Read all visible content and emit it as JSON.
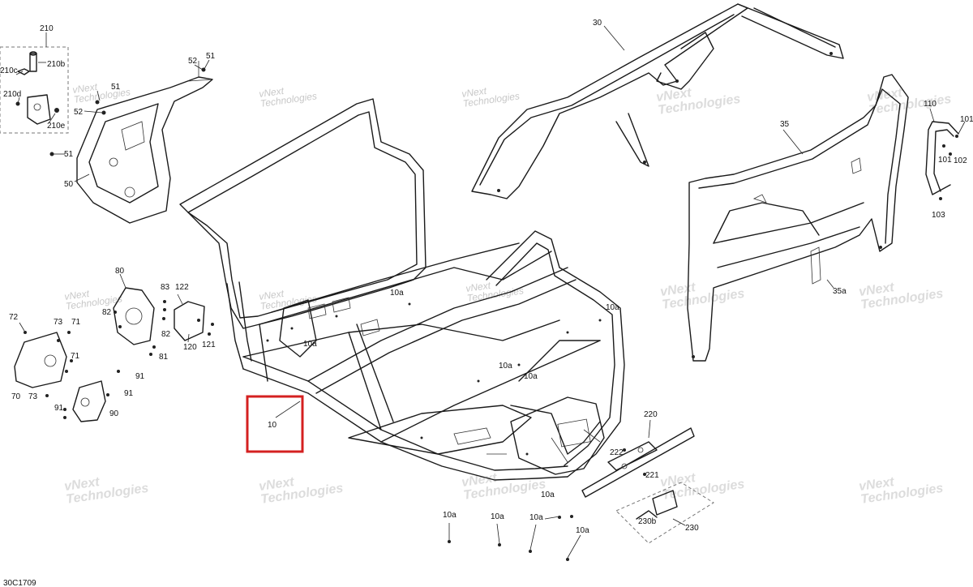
{
  "diagram_code": "30C1709",
  "highlight_label": "10",
  "watermark": {
    "line1": "vNext",
    "line2": "Technologies"
  },
  "labels": {
    "l210": "210",
    "l210b": "210b",
    "l210c": "210c",
    "l210d": "210d",
    "l210e": "210e",
    "l52a": "52",
    "l51a": "51",
    "l51b": "51",
    "l52b": "52",
    "l51c": "51",
    "l50": "50",
    "l80": "80",
    "l83": "83",
    "l122": "122",
    "l82a": "82",
    "l82b": "82",
    "l81": "81",
    "l120": "120",
    "l121": "121",
    "l72": "72",
    "l73a": "73",
    "l71a": "71",
    "l71b": "71",
    "l70": "70",
    "l73b": "73",
    "l91a": "91",
    "l91b": "91",
    "l91c": "91",
    "l90": "90",
    "l30": "30",
    "l35": "35",
    "l35a": "35a",
    "l110": "110",
    "l101a": "101",
    "l101b": "101",
    "l102": "102",
    "l103": "103",
    "l10a_1": "10a",
    "l10a_2": "10a",
    "l10a_3": "10a",
    "l10a_4": "10a",
    "l10a_5": "10a",
    "l10a_6": "10a",
    "l10a_7": "10a",
    "l10a_8": "10a",
    "l10a_9": "10a",
    "l10a_10": "10a",
    "l220": "220",
    "l222": "222",
    "l221": "221",
    "l230b": "230b",
    "l230": "230"
  }
}
